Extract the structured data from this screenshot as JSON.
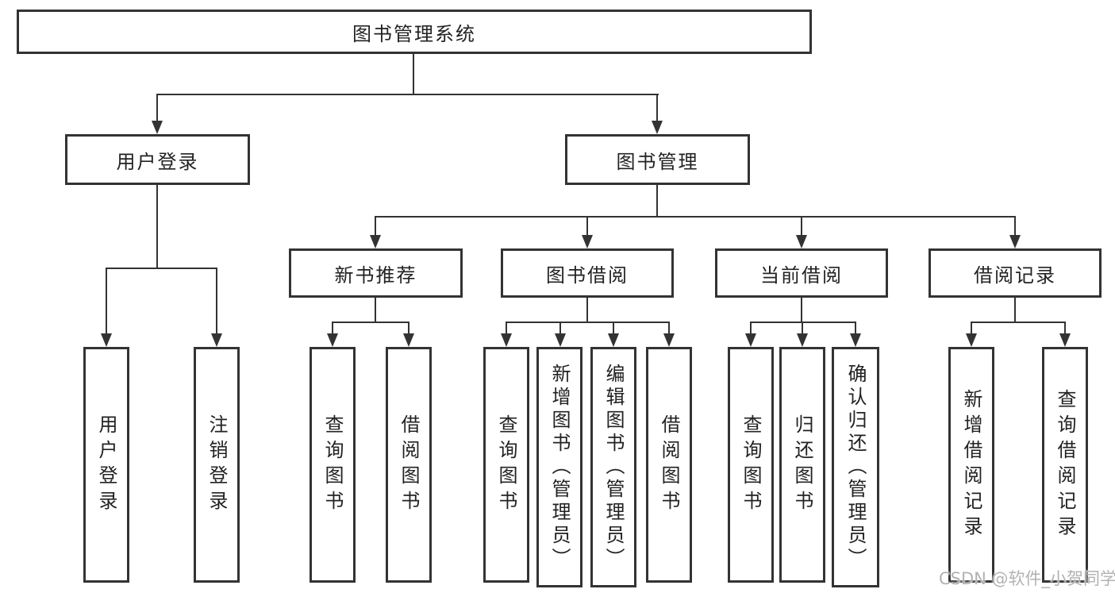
{
  "tree": {
    "root": {
      "label": "图书管理系统"
    },
    "branches": [
      {
        "label": "用户登录",
        "children": [
          {
            "label": "用户登录"
          },
          {
            "label": "注销登录"
          }
        ]
      },
      {
        "label": "图书管理",
        "children": [
          {
            "label": "新书推荐",
            "children": [
              {
                "label": "查询图书"
              },
              {
                "label": "借阅图书"
              }
            ]
          },
          {
            "label": "图书借阅",
            "children": [
              {
                "label": "查询图书"
              },
              {
                "label": "新增图书（管理员）"
              },
              {
                "label": "编辑图书（管理员）"
              },
              {
                "label": "借阅图书"
              }
            ]
          },
          {
            "label": "当前借阅",
            "children": [
              {
                "label": "查询图书"
              },
              {
                "label": "归还图书"
              },
              {
                "label": "确认归还（管理员）"
              }
            ]
          },
          {
            "label": "借阅记录",
            "children": [
              {
                "label": "新增借阅记录"
              },
              {
                "label": "查询借阅记录"
              }
            ]
          }
        ]
      }
    ]
  },
  "watermark": "CSDN @软件_小贺同学",
  "colors": {
    "line": "#333333",
    "text": "#222222",
    "background": "#ffffff",
    "watermark": "#b2b2b2"
  }
}
